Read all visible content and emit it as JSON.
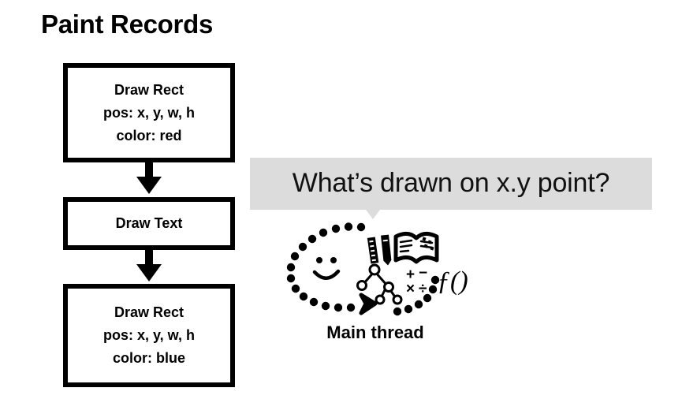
{
  "page": {
    "title": "Paint Records",
    "background_color": "#ffffff",
    "text_color": "#000000"
  },
  "paint_records": {
    "boxes": [
      {
        "name": "draw-rect-red",
        "lines": [
          "Draw Rect",
          "pos: x, y, w, h",
          "color: red"
        ]
      },
      {
        "name": "draw-text",
        "lines": [
          "Draw Text"
        ]
      },
      {
        "name": "draw-rect-blue",
        "lines": [
          "Draw Rect",
          "pos: x, y, w, h",
          "color: blue"
        ]
      }
    ],
    "arrows": [
      {
        "name": "arrow-down-1",
        "icon": "arrow-down-icon"
      },
      {
        "name": "arrow-down-2",
        "icon": "arrow-down-icon"
      }
    ],
    "box_border_color": "#000000",
    "box_fill_color": "#ffffff"
  },
  "question": {
    "bubble_text": "What’s drawn on x.y point?",
    "bubble_color": "#dcdcdc"
  },
  "thinker": {
    "label": "Main thread",
    "icons": [
      "dotted-oval-head-icon",
      "smiley-face-icon",
      "ruler-icon",
      "pencil-icon",
      "open-book-icon",
      "tree-graph-icon",
      "math-operators-icon",
      "function-notation-icon",
      "chevron-right-icon"
    ],
    "math_operators": [
      "+",
      "−",
      "×",
      "÷"
    ],
    "function_notation": "ƒ()"
  }
}
